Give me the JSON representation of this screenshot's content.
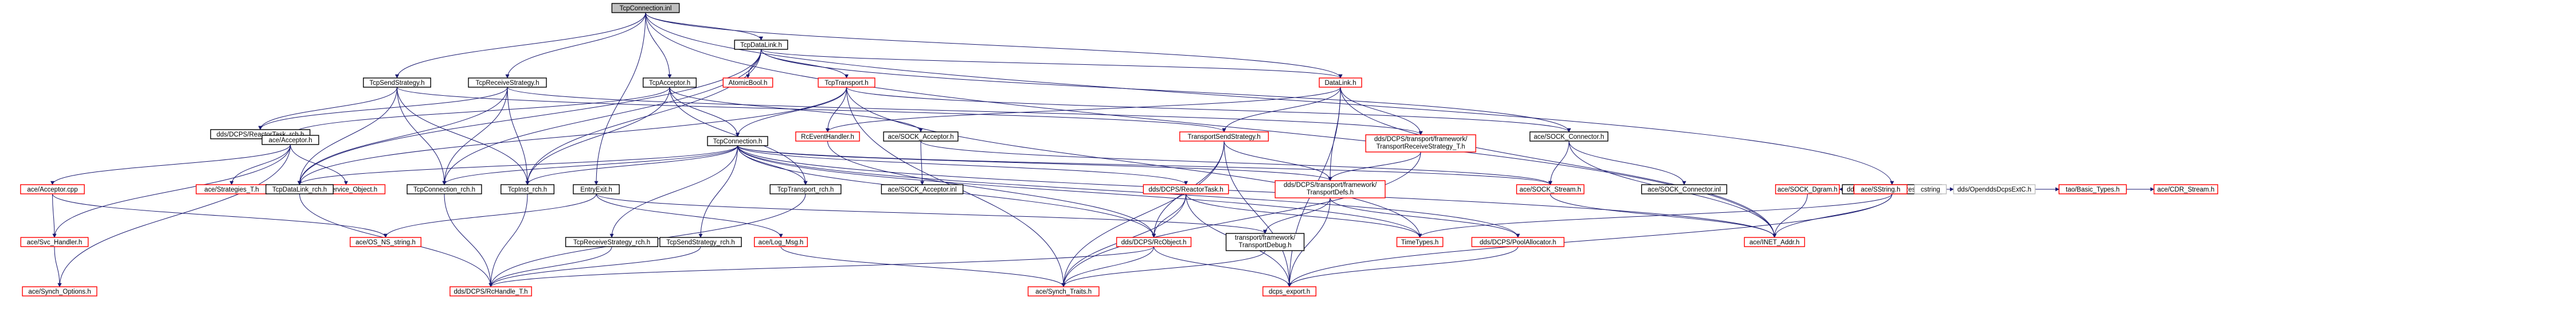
{
  "nodes": [
    {
      "id": "n0",
      "label": "TcpConnection.inl",
      "kind": "root"
    },
    {
      "id": "n1",
      "label": "TcpDataLink.h",
      "kind": "normal"
    },
    {
      "id": "n2",
      "label": "TcpSendStrategy.h",
      "kind": "normal"
    },
    {
      "id": "n3",
      "label": "TcpReceiveStrategy.h",
      "kind": "normal"
    },
    {
      "id": "n4",
      "label": "AtomicBool.h",
      "kind": "missing"
    },
    {
      "id": "n5",
      "label": "TcpTransport.h",
      "kind": "missing"
    },
    {
      "id": "n6",
      "label": "TcpAcceptor.h",
      "kind": "normal"
    },
    {
      "id": "n7",
      "label": "DataLink.h",
      "kind": "missing"
    },
    {
      "id": "n8",
      "label": "dds/DCPS/ReactorTask_rch.h",
      "kind": "normal"
    },
    {
      "id": "n9",
      "label": "ace/Acceptor.h",
      "kind": "normal"
    },
    {
      "id": "n10",
      "label": "TcpConnection.h",
      "kind": "normal"
    },
    {
      "id": "n11",
      "label": "RcEventHandler.h",
      "kind": "missing"
    },
    {
      "id": "n12",
      "label": "ace/SOCK_Acceptor.h",
      "kind": "normal"
    },
    {
      "id": "n13",
      "label": "TransportSendStrategy.h",
      "kind": "missing"
    },
    {
      "id": "n14",
      "label": "dds/DCPS/transport/framework/TransportReceiveStrategy_T.h",
      "kind": "missing"
    },
    {
      "id": "n15",
      "label": "ace/SOCK_Connector.h",
      "kind": "normal"
    },
    {
      "id": "n16",
      "label": "dds/DCPS/NetworkResource.h",
      "kind": "normal"
    },
    {
      "id": "n17",
      "label": "ace/Acceptor.cpp",
      "kind": "missing"
    },
    {
      "id": "n18",
      "label": "ace/Strategies_T.h",
      "kind": "missing"
    },
    {
      "id": "n19",
      "label": "ace/Service_Object.h",
      "kind": "missing"
    },
    {
      "id": "n20",
      "label": "TcpDataLink_rch.h",
      "kind": "normal"
    },
    {
      "id": "n21",
      "label": "TcpConnection_rch.h",
      "kind": "normal"
    },
    {
      "id": "n22",
      "label": "TcpInst_rch.h",
      "kind": "normal"
    },
    {
      "id": "n23",
      "label": "TcpTransport_rch.h",
      "kind": "normal"
    },
    {
      "id": "n24",
      "label": "ace/SOCK_Acceptor.inl",
      "kind": "normal"
    },
    {
      "id": "n25",
      "label": "dds/DCPS/ReactorTask.h",
      "kind": "missing"
    },
    {
      "id": "n26",
      "label": "dds/DCPS/transport/framework/TransportDefs.h",
      "kind": "missing"
    },
    {
      "id": "n27",
      "label": "ace/SOCK_Stream.h",
      "kind": "missing"
    },
    {
      "id": "n28",
      "label": "ace/SOCK_Connector.inl",
      "kind": "normal"
    },
    {
      "id": "n29",
      "label": "ace/SOCK_Dgram.h",
      "kind": "missing"
    },
    {
      "id": "n30",
      "label": "ace/SString.h",
      "kind": "missing"
    },
    {
      "id": "n31",
      "label": "cstring",
      "kind": "external"
    },
    {
      "id": "n32",
      "label": "dds/OpenddsDcpsExtC.h",
      "kind": "external"
    },
    {
      "id": "n33",
      "label": "tao/Basic_Types.h",
      "kind": "missing"
    },
    {
      "id": "n34",
      "label": "ace/CDR_Stream.h",
      "kind": "missing"
    },
    {
      "id": "n35",
      "label": "EntryExit.h",
      "kind": "normal"
    },
    {
      "id": "n36",
      "label": "ace/Svc_Handler.h",
      "kind": "missing"
    },
    {
      "id": "n37",
      "label": "ace/OS_NS_string.h",
      "kind": "missing"
    },
    {
      "id": "n38",
      "label": "ace/Log_Msg.h",
      "kind": "missing"
    },
    {
      "id": "n39",
      "label": "TcpReceiveStrategy_rch.h",
      "kind": "normal"
    },
    {
      "id": "n40",
      "label": "TcpSendStrategy_rch.h",
      "kind": "normal"
    },
    {
      "id": "n41",
      "label": "dds/DCPS/RcObject.h",
      "kind": "missing"
    },
    {
      "id": "n42",
      "label": "transport/framework/TransportDebug.h",
      "kind": "normal"
    },
    {
      "id": "n43",
      "label": "TimeTypes.h",
      "kind": "missing"
    },
    {
      "id": "n44",
      "label": "dds/DCPS/PoolAllocator.h",
      "kind": "missing"
    },
    {
      "id": "n45",
      "label": "ace/INET_Addr.h",
      "kind": "missing"
    },
    {
      "id": "n46",
      "label": "ace/Synch_Options.h",
      "kind": "missing"
    },
    {
      "id": "n47",
      "label": "dds/DCPS/RcHandle_T.h",
      "kind": "missing"
    },
    {
      "id": "n48",
      "label": "ace/Synch_Traits.h",
      "kind": "missing"
    },
    {
      "id": "n49",
      "label": "dcps_export.h",
      "kind": "missing"
    }
  ],
  "edges": [
    [
      "n0",
      "n1"
    ],
    [
      "n0",
      "n2"
    ],
    [
      "n0",
      "n3"
    ],
    [
      "n0",
      "n6"
    ],
    [
      "n0",
      "n7"
    ],
    [
      "n0",
      "n16"
    ],
    [
      "n0",
      "n35"
    ],
    [
      "n0",
      "n45"
    ],
    [
      "n1",
      "n4"
    ],
    [
      "n1",
      "n5"
    ],
    [
      "n1",
      "n7"
    ],
    [
      "n1",
      "n20"
    ],
    [
      "n1",
      "n21"
    ],
    [
      "n1",
      "n22"
    ],
    [
      "n1",
      "n15"
    ],
    [
      "n2",
      "n8"
    ],
    [
      "n2",
      "n13"
    ],
    [
      "n2",
      "n20"
    ],
    [
      "n2",
      "n21"
    ],
    [
      "n2",
      "n22"
    ],
    [
      "n3",
      "n8"
    ],
    [
      "n3",
      "n14"
    ],
    [
      "n3",
      "n20"
    ],
    [
      "n3",
      "n21"
    ],
    [
      "n3",
      "n22"
    ],
    [
      "n5",
      "n10"
    ],
    [
      "n5",
      "n11"
    ],
    [
      "n5",
      "n20"
    ],
    [
      "n5",
      "n15"
    ],
    [
      "n5",
      "n43"
    ],
    [
      "n5",
      "n48"
    ],
    [
      "n6",
      "n9"
    ],
    [
      "n6",
      "n10"
    ],
    [
      "n6",
      "n12"
    ],
    [
      "n6",
      "n23"
    ],
    [
      "n6",
      "n22"
    ],
    [
      "n7",
      "n11"
    ],
    [
      "n7",
      "n13"
    ],
    [
      "n7",
      "n14"
    ],
    [
      "n7",
      "n26"
    ],
    [
      "n7",
      "n45"
    ],
    [
      "n7",
      "n49"
    ],
    [
      "n9",
      "n17"
    ],
    [
      "n9",
      "n18"
    ],
    [
      "n9",
      "n19"
    ],
    [
      "n9",
      "n36"
    ],
    [
      "n9",
      "n46"
    ],
    [
      "n10",
      "n20"
    ],
    [
      "n10",
      "n21"
    ],
    [
      "n10",
      "n22"
    ],
    [
      "n10",
      "n23"
    ],
    [
      "n10",
      "n25"
    ],
    [
      "n10",
      "n26"
    ],
    [
      "n10",
      "n27"
    ],
    [
      "n10",
      "n39"
    ],
    [
      "n10",
      "n40"
    ],
    [
      "n10",
      "n41"
    ],
    [
      "n10",
      "n43"
    ],
    [
      "n10",
      "n44"
    ],
    [
      "n10",
      "n45"
    ],
    [
      "n11",
      "n41"
    ],
    [
      "n12",
      "n24"
    ],
    [
      "n12",
      "n27"
    ],
    [
      "n13",
      "n26"
    ],
    [
      "n13",
      "n41"
    ],
    [
      "n13",
      "n48"
    ],
    [
      "n13",
      "n49"
    ],
    [
      "n14",
      "n26"
    ],
    [
      "n14",
      "n48"
    ],
    [
      "n15",
      "n27"
    ],
    [
      "n15",
      "n28"
    ],
    [
      "n15",
      "n45"
    ],
    [
      "n16",
      "n29"
    ],
    [
      "n16",
      "n30"
    ],
    [
      "n16",
      "n31"
    ],
    [
      "n16",
      "n32"
    ],
    [
      "n16",
      "n33"
    ],
    [
      "n16",
      "n34"
    ],
    [
      "n16",
      "n45"
    ],
    [
      "n16",
      "n43"
    ],
    [
      "n16",
      "n49"
    ],
    [
      "n17",
      "n36"
    ],
    [
      "n17",
      "n37"
    ],
    [
      "n20",
      "n47"
    ],
    [
      "n21",
      "n47"
    ],
    [
      "n22",
      "n47"
    ],
    [
      "n23",
      "n47"
    ],
    [
      "n25",
      "n41"
    ],
    [
      "n25",
      "n43"
    ],
    [
      "n25",
      "n48"
    ],
    [
      "n25",
      "n49"
    ],
    [
      "n26",
      "n42"
    ],
    [
      "n26",
      "n44"
    ],
    [
      "n26",
      "n49"
    ],
    [
      "n27",
      "n45"
    ],
    [
      "n29",
      "n45"
    ],
    [
      "n35",
      "n37"
    ],
    [
      "n35",
      "n38"
    ],
    [
      "n35",
      "n42"
    ],
    [
      "n36",
      "n46"
    ],
    [
      "n38",
      "n48"
    ],
    [
      "n39",
      "n47"
    ],
    [
      "n40",
      "n47"
    ],
    [
      "n41",
      "n47"
    ],
    [
      "n41",
      "n48"
    ],
    [
      "n41",
      "n49"
    ],
    [
      "n42",
      "n48"
    ],
    [
      "n44",
      "n49"
    ]
  ],
  "colors": {
    "edge": "#191970",
    "root_fill": "#bfbfbf",
    "root_border": "#000000",
    "normal_border": "#000000",
    "missing_border": "#ff0000",
    "external_border": "#bfbfbf",
    "node_fill": "#ffffff",
    "text": "#000000"
  }
}
